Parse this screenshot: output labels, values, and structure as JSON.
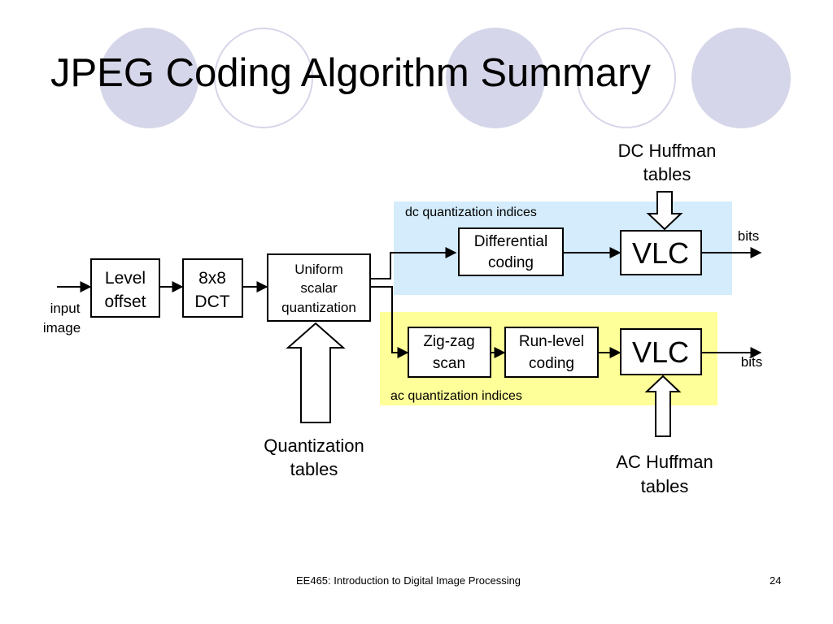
{
  "slide": {
    "title": "JPEG Coding Algorithm Summary",
    "footer": "EE465: Introduction to Digital Image Processing",
    "page_number": "24"
  },
  "colors": {
    "decor_circle": "#d6d6ea",
    "dc_region": "#d4ecfb",
    "ac_region": "#ffff99"
  },
  "diagram": {
    "input": {
      "line1": "input",
      "line2": "image"
    },
    "level_offset": {
      "line1": "Level",
      "line2": "offset"
    },
    "dct": {
      "line1": "8x8",
      "line2": "DCT"
    },
    "quantizer": {
      "line1": "Uniform",
      "line2": "scalar",
      "line3": "quantization"
    },
    "quant_tables": {
      "line1": "Quantization",
      "line2": "tables"
    },
    "dc_region_label": "dc quantization indices",
    "ac_region_label": "ac quantization indices",
    "differential": {
      "line1": "Differential",
      "line2": "coding"
    },
    "zigzag": {
      "line1": "Zig-zag",
      "line2": "scan"
    },
    "run_level": {
      "line1": "Run-level",
      "line2": "coding"
    },
    "vlc_dc": "VLC",
    "vlc_ac": "VLC",
    "dc_huffman": {
      "line1": "DC Huffman",
      "line2": "tables"
    },
    "ac_huffman": {
      "line1": "AC Huffman",
      "line2": "tables"
    },
    "bits_dc": "bits",
    "bits_ac": "bits"
  }
}
